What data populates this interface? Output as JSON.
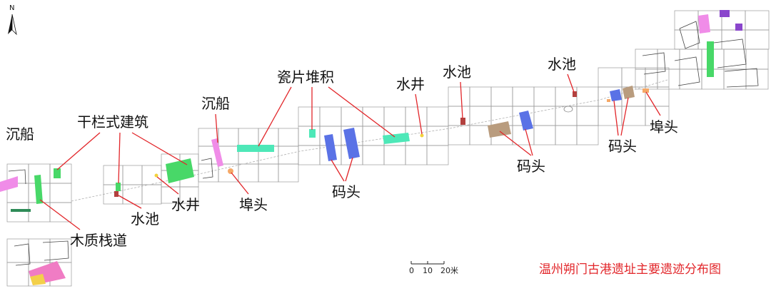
{
  "map": {
    "north_label": "N",
    "title": "温州朔门古港遗址主要遗迹分布图",
    "scale": {
      "labels": [
        "0",
        "10",
        "20米"
      ]
    },
    "labels": [
      "沉船",
      "干栏式建筑",
      "沉船",
      "瓷片堆积",
      "水井",
      "水池",
      "水池",
      "埠头",
      "码头",
      "码头",
      "码头",
      "埠头",
      "水井",
      "水池",
      "木质栈道"
    ],
    "colors": {
      "leader": "#e2262a",
      "title": "#e2262a",
      "grid": "#9a9a9a",
      "green": "#48d868",
      "cyan": "#4ee8b8",
      "blue": "#5a72e6",
      "pink": "#f08ce8",
      "brown": "#b99c7e",
      "orange": "#f5a867",
      "red": "#b3413f",
      "purple": "#8a46cc"
    }
  }
}
